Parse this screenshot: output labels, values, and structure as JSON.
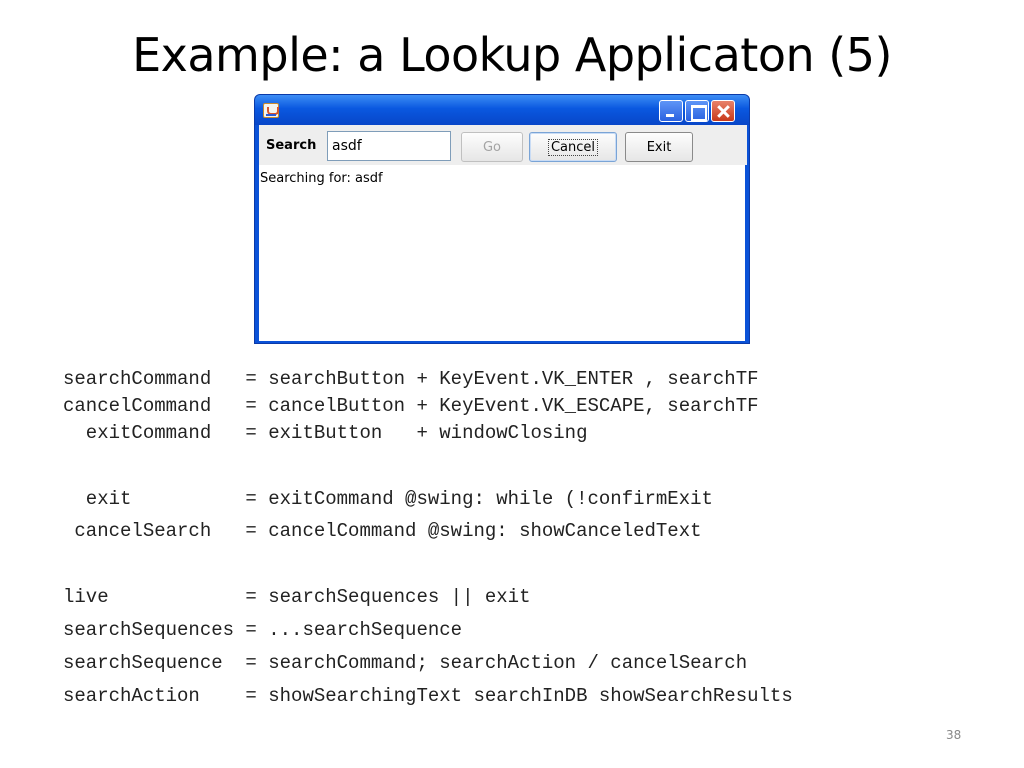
{
  "slide": {
    "title": "Example: a Lookup Applicaton (5)",
    "page_number": "38"
  },
  "window": {
    "icon": "java-icon",
    "controls": [
      "minimize-icon",
      "maximize-icon",
      "close-icon"
    ],
    "toolbar": {
      "search_label": "Search",
      "search_value": "asdf",
      "go_label": "Go",
      "cancel_label": "Cancel",
      "exit_label": "Exit"
    },
    "status_text": "Searching for: asdf"
  },
  "code": {
    "lines": [
      "searchCommand   = searchButton + KeyEvent.VK_ENTER , searchTF",
      "cancelCommand   = cancelButton + KeyEvent.VK_ESCAPE, searchTF",
      "  exitCommand   = exitButton   + windowClosing",
      "  exit          = exitCommand @swing: while (!confirmExit",
      " cancelSearch   = cancelCommand @swing: showCanceledText",
      "live            = searchSequences || exit",
      "searchSequences = ...searchSequence",
      "searchSequence  = searchCommand; searchAction / cancelSearch",
      "searchAction    = showSearchingText searchInDB showSearchResults"
    ]
  }
}
